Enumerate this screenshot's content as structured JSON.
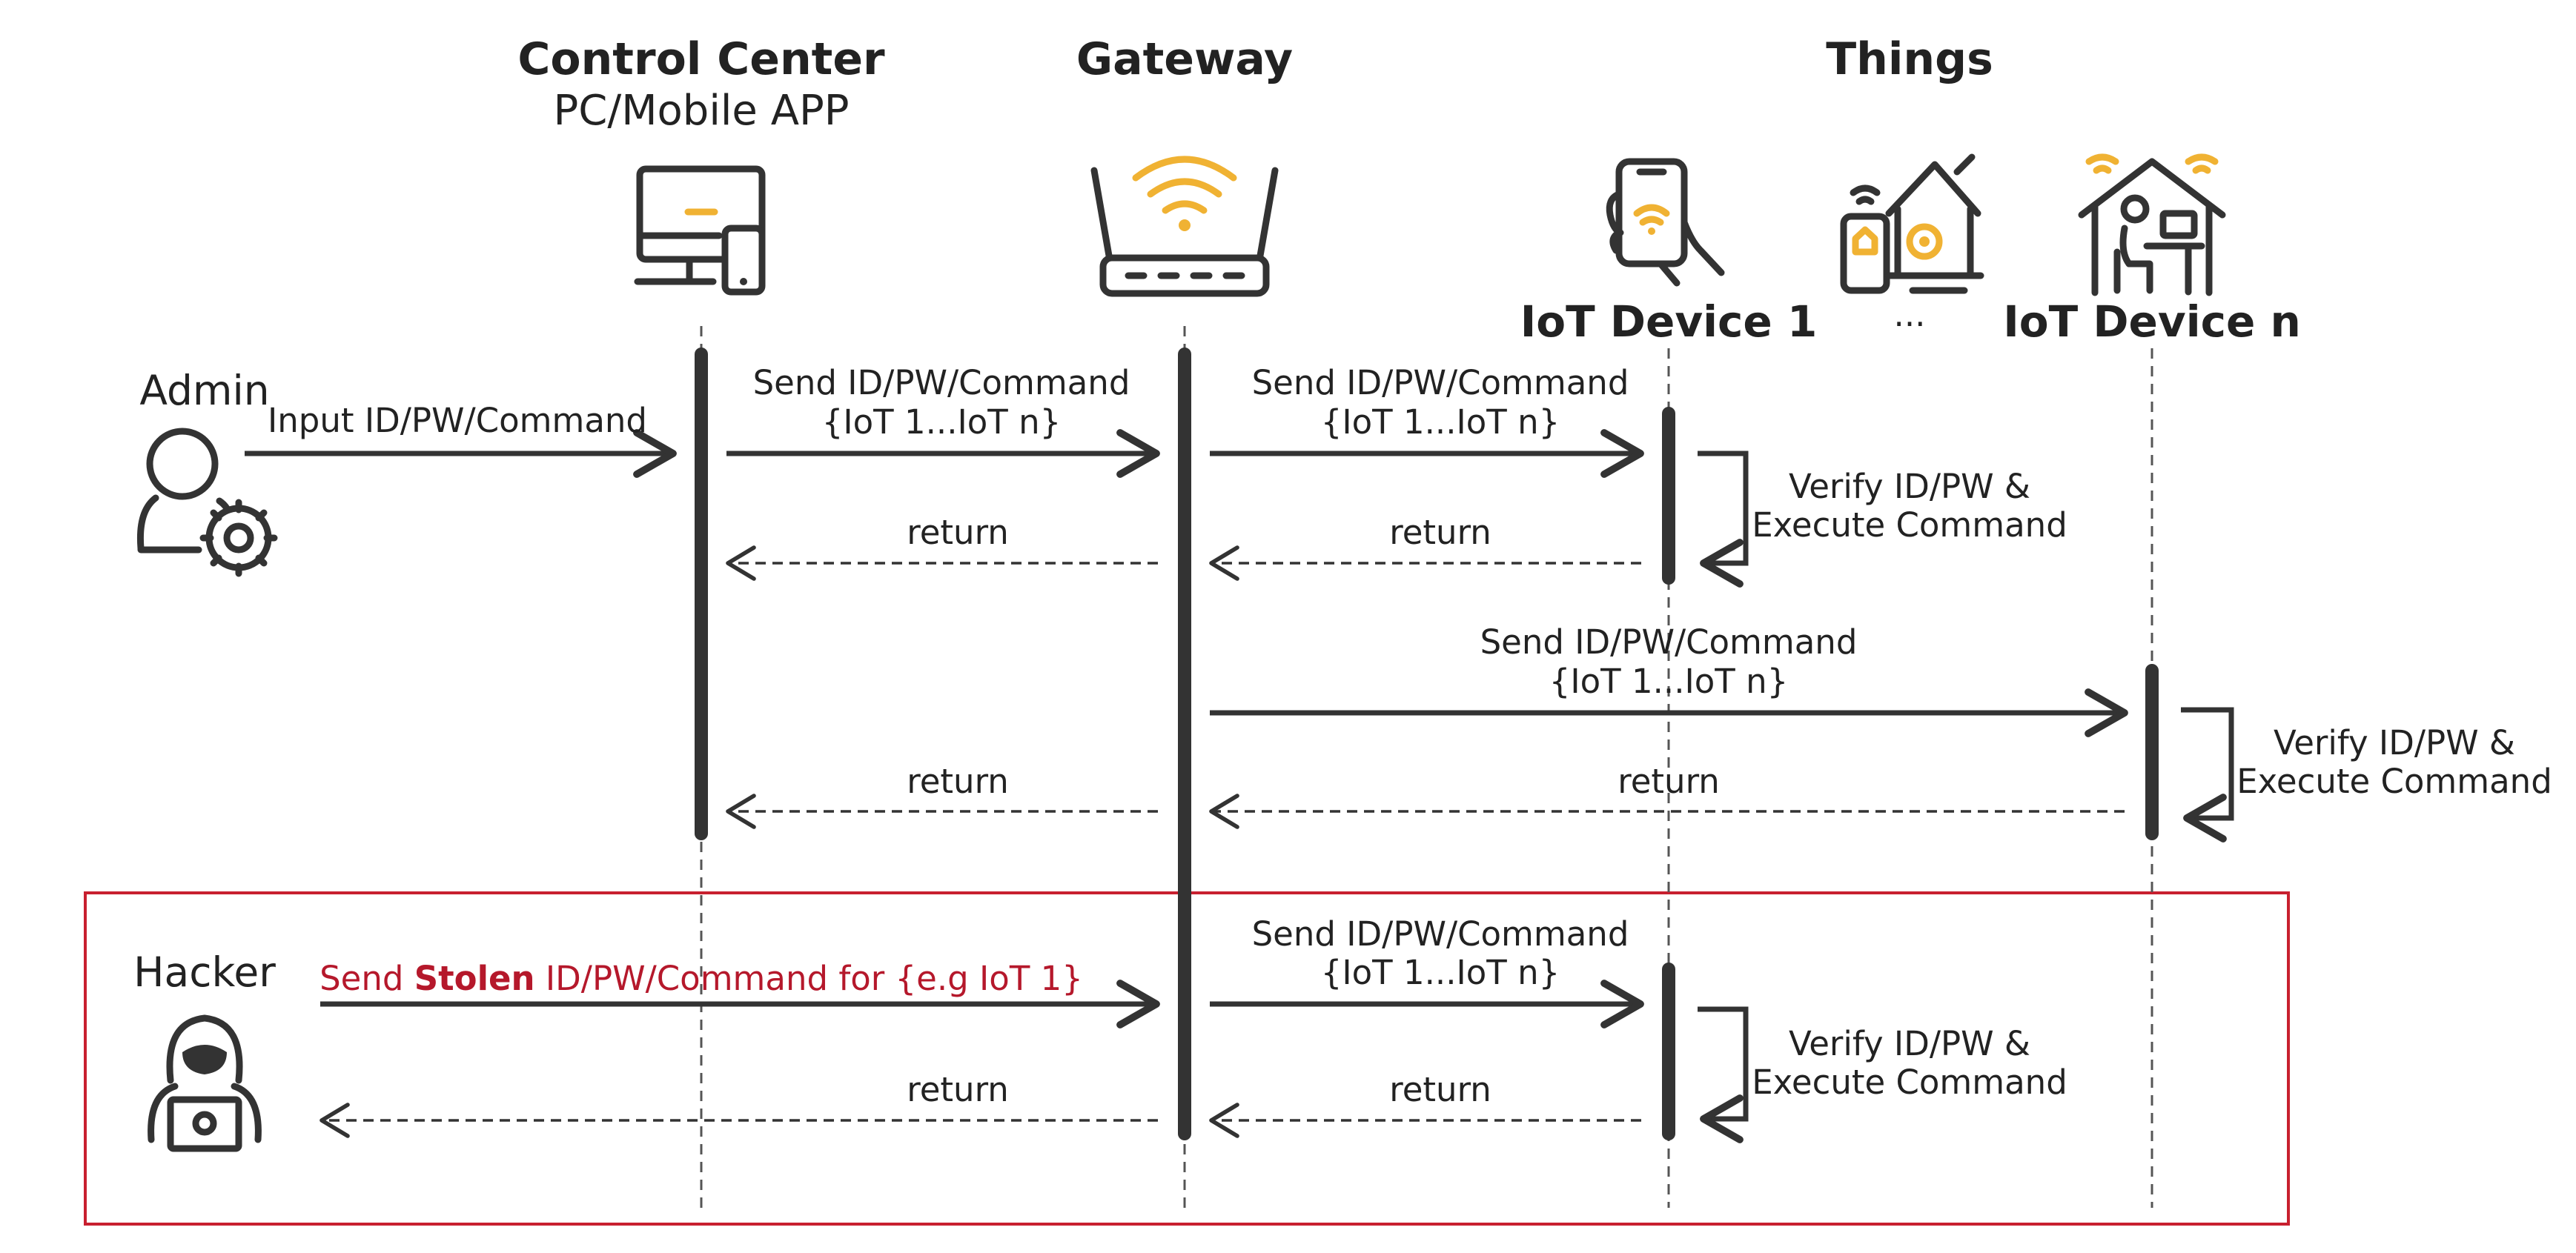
{
  "header": {
    "control_center_title": "Control Center",
    "control_center_subtitle": "PC/Mobile APP",
    "gateway_title": "Gateway",
    "things_title": "Things"
  },
  "devices": {
    "iot_device_1": "IoT Device 1",
    "ellipsis": "...",
    "iot_device_n": "IoT Device n"
  },
  "actors": {
    "admin": "Admin",
    "hacker": "Hacker"
  },
  "messages": {
    "admin_input": "Input ID/PW/Command",
    "send_line1": "Send ID/PW/Command",
    "send_line2": "{IoT 1...IoT n}",
    "return": "return",
    "verify_line1": "Verify ID/PW &",
    "verify_line2": "Execute Command",
    "hacker_prefix": "Send ",
    "hacker_bold": "Stolen",
    "hacker_suffix": " ID/PW/Command for {e.g IoT 1}"
  },
  "colors": {
    "accent_wifi": "#f0b233",
    "hacker_box": "#c8202f",
    "hacker_text": "#b5182b",
    "lines": "#333333"
  }
}
